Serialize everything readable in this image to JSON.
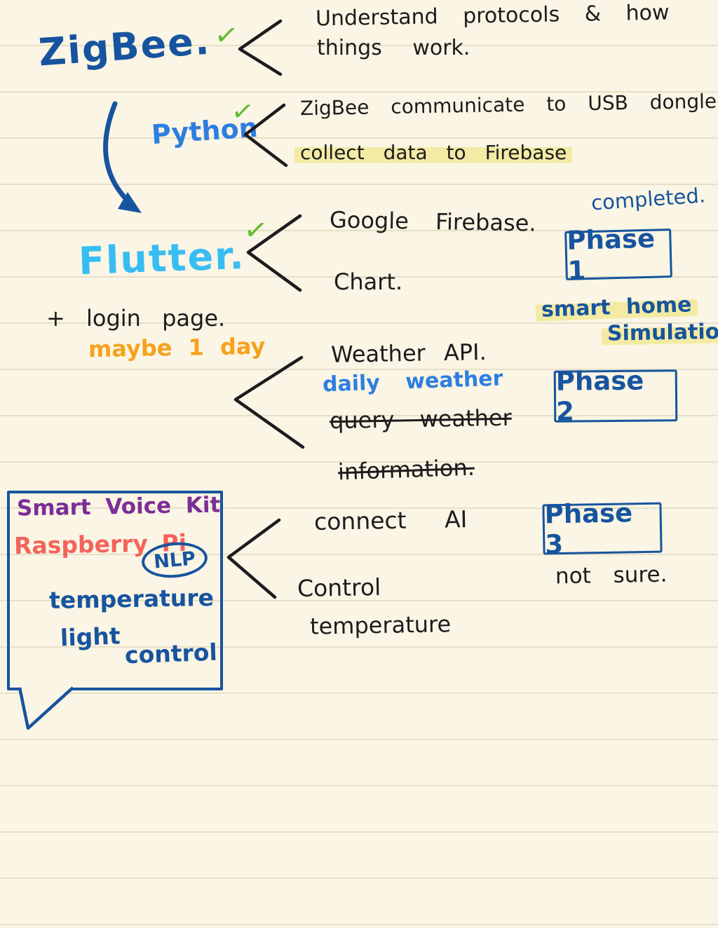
{
  "palette": {
    "paper": "#faf5e4",
    "rule": "#e7e0c9",
    "ink": "#1c1c1e",
    "blue": "#17549f",
    "lightblue": "#2e7ee0",
    "cyan": "#38bdf3",
    "green": "#63bb33",
    "orange": "#f6a21c",
    "purple": "#7c2d97",
    "red": "#f4635a",
    "highlight": "#f3eba4"
  },
  "glyphs": {
    "check": "✓"
  },
  "zigbee": {
    "title": "ZigBee.",
    "note1": "Understand protocols & how",
    "note2": "things work."
  },
  "python": {
    "title": "Python",
    "note1": "ZigBee communicate to USB dongle",
    "note2": "collect data to Firebase"
  },
  "flutter": {
    "title": "Flutter.",
    "note1": "Google Firebase.",
    "note2": "Chart.",
    "login_note": "+ login page.",
    "estimate": "maybe 1 day"
  },
  "phase1": {
    "label": "Phase 1",
    "status": "completed.",
    "annotation1": "smart home",
    "annotation2": "Simulation."
  },
  "phase2": {
    "label": "Phase 2",
    "note1": "Weather API.",
    "note2": "daily weather",
    "note3": "query weather",
    "note4": "information."
  },
  "phase3": {
    "label": "Phase 3",
    "note1": "connect AI",
    "note2": "Control",
    "note3": "temperature",
    "status": "not sure."
  },
  "voice_kit": {
    "line1": "Smart Voice Kit",
    "line2": "Raspberry Pi",
    "nlp": "NLP",
    "line3": "temperature",
    "line4": "light",
    "line5": "control"
  }
}
